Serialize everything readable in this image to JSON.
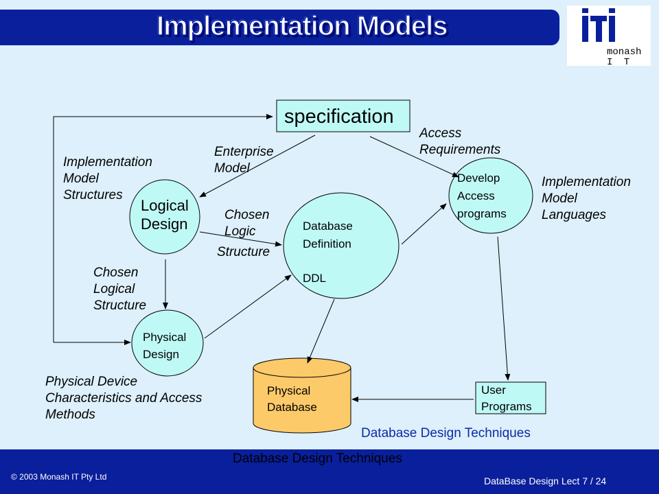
{
  "header": {
    "title": "Implementation Models"
  },
  "logo": {
    "mark": "iTi",
    "line1": "monash",
    "line2": "I T"
  },
  "nodes": {
    "specification": "specification",
    "logical_design": [
      "Logical",
      "Design"
    ],
    "physical_design": [
      "Physical",
      "Design"
    ],
    "database_definition": [
      "Database",
      "Definition",
      "DDL"
    ],
    "develop_access": [
      "Develop",
      "Access",
      "programs"
    ],
    "physical_database": [
      "Physical",
      "Database"
    ],
    "user_programs": [
      "User",
      "Programs"
    ]
  },
  "labels": {
    "implementation_model_structures": [
      "Implementation",
      "Model",
      "Structures"
    ],
    "enterprise_model": [
      "Enterprise",
      "Model"
    ],
    "access_requirements": [
      "Access",
      "Requirements"
    ],
    "implementation_model_languages": [
      "Implementation",
      "Model",
      "Languages"
    ],
    "chosen_logic_structure": [
      "Chosen",
      "Logic",
      "Structure"
    ],
    "chosen_logical_structure": [
      "Chosen",
      "Logical",
      "Structure"
    ],
    "physical_device": [
      "Physical Device",
      "Characteristics and Access",
      "Methods"
    ]
  },
  "caption": "Database Design Techniques",
  "footer": {
    "center": "Database Design Techniques",
    "copyright": "© 2003 Monash IT Pty Ltd",
    "page": "DataBase Design Lect 7 / 24"
  },
  "colors": {
    "title_bar": "#0a1f9c",
    "background": "#ddf0fb",
    "node_fill": "#bff9f6",
    "cylinder_fill": "#fdca6a",
    "caption": "#0b2aa8"
  }
}
